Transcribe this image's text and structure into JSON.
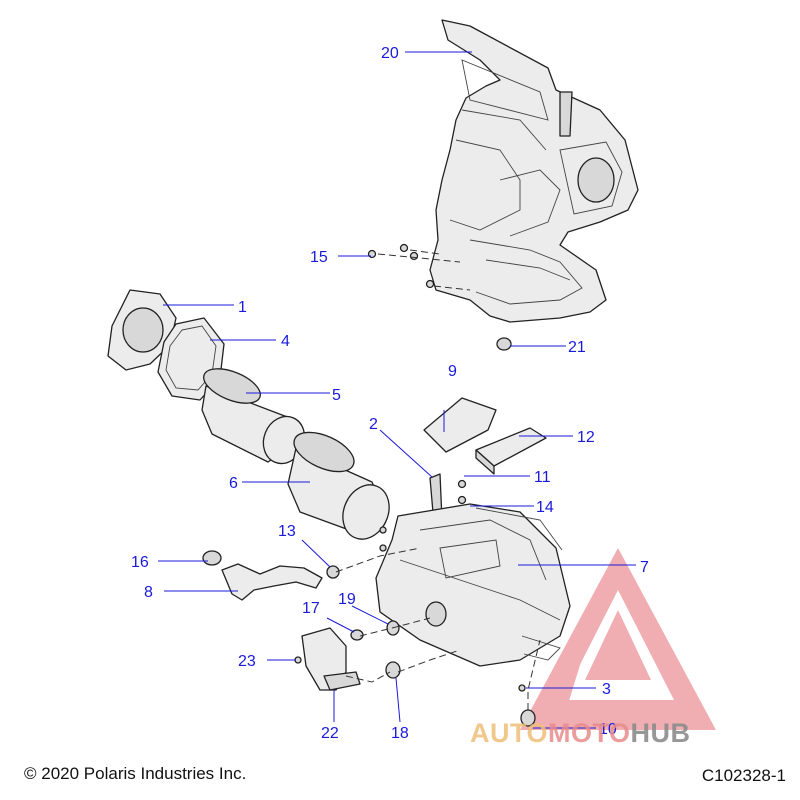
{
  "diagram": {
    "callouts": [
      {
        "id": "c1",
        "label": "1"
      },
      {
        "id": "c2",
        "label": "2"
      },
      {
        "id": "c3",
        "label": "3"
      },
      {
        "id": "c4",
        "label": "4"
      },
      {
        "id": "c5",
        "label": "5"
      },
      {
        "id": "c6",
        "label": "6"
      },
      {
        "id": "c7",
        "label": "7"
      },
      {
        "id": "c8",
        "label": "8"
      },
      {
        "id": "c9",
        "label": "9"
      },
      {
        "id": "c10",
        "label": "10"
      },
      {
        "id": "c11",
        "label": "11"
      },
      {
        "id": "c12",
        "label": "12"
      },
      {
        "id": "c13",
        "label": "13"
      },
      {
        "id": "c14",
        "label": "14"
      },
      {
        "id": "c15",
        "label": "15"
      },
      {
        "id": "c16",
        "label": "16"
      },
      {
        "id": "c17",
        "label": "17"
      },
      {
        "id": "c18",
        "label": "18"
      },
      {
        "id": "c19",
        "label": "19"
      },
      {
        "id": "c20",
        "label": "20"
      },
      {
        "id": "c21",
        "label": "21"
      },
      {
        "id": "c22",
        "label": "22"
      },
      {
        "id": "c23",
        "label": "23"
      }
    ],
    "callout_color": "#1a1adb"
  },
  "footer": {
    "copyright": "© 2020 Polaris Industries Inc.",
    "drawing_code": "C102328-1"
  },
  "watermark": {
    "part_a": "AUTO",
    "part_b": "MOTO",
    "part_c": "HUB",
    "logo_color": "#e8898f"
  }
}
